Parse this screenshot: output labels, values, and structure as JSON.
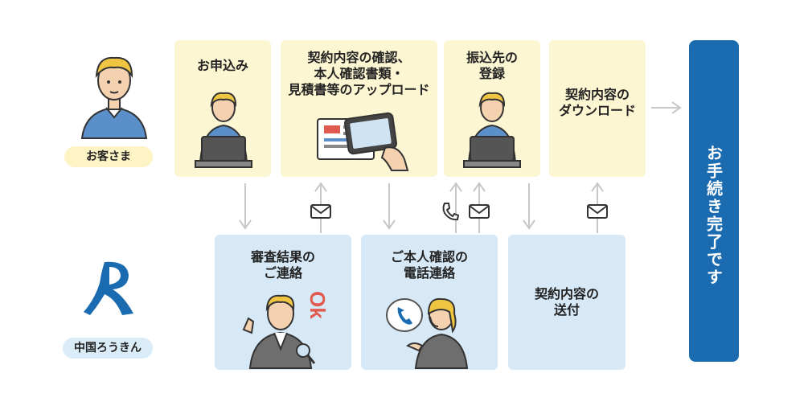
{
  "customer": {
    "label": "お客さま"
  },
  "bank": {
    "label": "中国ろうきん"
  },
  "steps_top": [
    {
      "title": "お申込み"
    },
    {
      "title": "契約内容の確認、\n本人確認書類・\n見積書等のアップロード"
    },
    {
      "title": "振込先の\n登録"
    },
    {
      "title": "契約内容の\nダウンロード"
    }
  ],
  "steps_bottom": [
    {
      "title": "審査結果の\nご連絡"
    },
    {
      "title": "ご本人確認の\n電話連絡"
    },
    {
      "title": "契約内容の\n送付"
    }
  ],
  "ok_text": "Ok",
  "complete": {
    "label": "お手続き完了です"
  },
  "colors": {
    "customer_box": "#fdf6d2",
    "bank_box": "#d7e9f6",
    "complete": "#1b6bb0",
    "arrow": "#c8c8c8",
    "brand": "#1b6bb0"
  }
}
